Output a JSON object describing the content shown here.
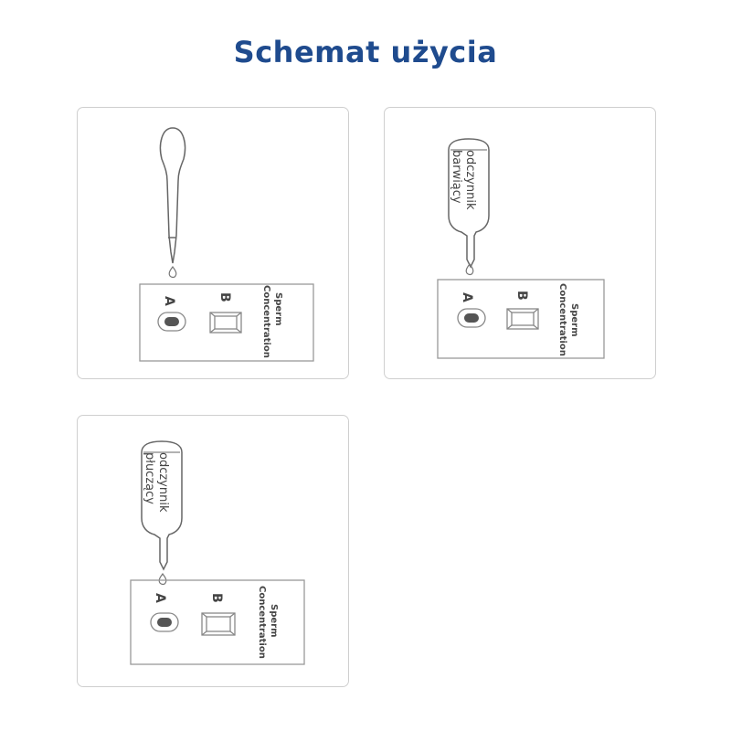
{
  "title": "Schemat użycia",
  "cassette": {
    "well_a": "A",
    "well_b": "B",
    "line1": "Sperm",
    "line2": "Concentration"
  },
  "steps": [
    {
      "tool": "pipette"
    },
    {
      "tool": "bottle",
      "label_line1": "odczynnik",
      "label_line2": "barwiący"
    },
    {
      "tool": "bottle",
      "label_line1": "odczynnik",
      "label_line2": "płuczący"
    }
  ]
}
